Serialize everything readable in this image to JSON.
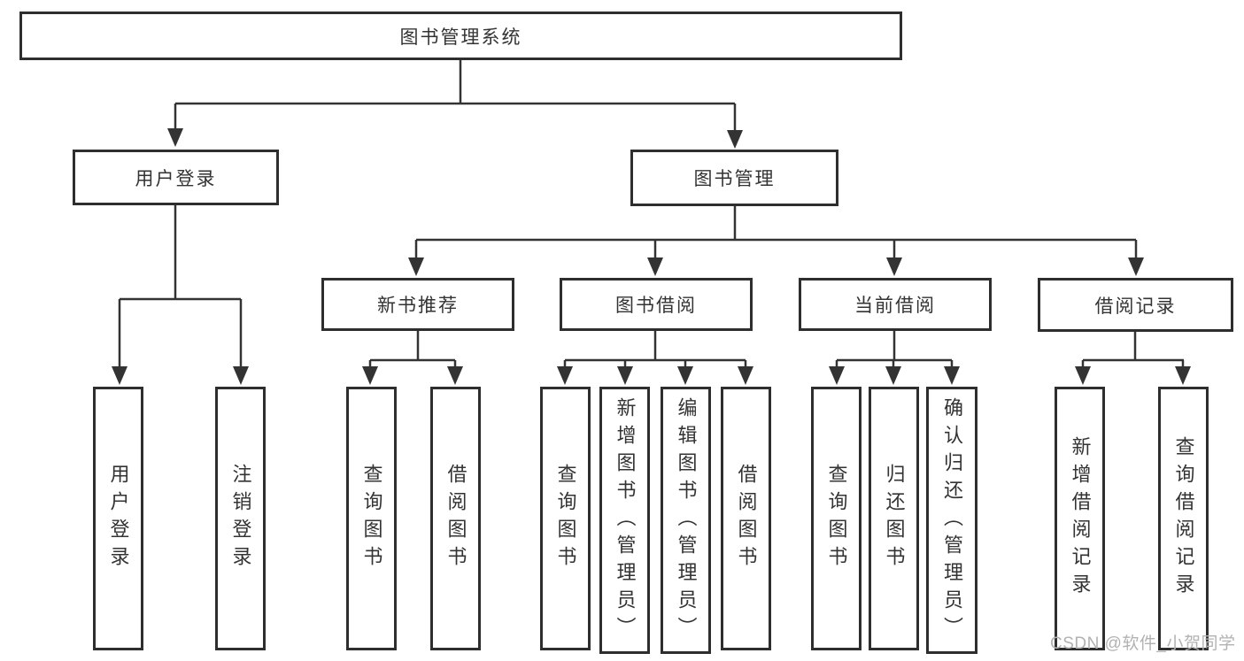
{
  "diagram": {
    "root": {
      "label": "图书管理系统"
    },
    "branches": [
      {
        "label": "用户登录",
        "children": [
          {
            "label": "用户登录"
          },
          {
            "label": "注销登录"
          }
        ]
      },
      {
        "label": "图书管理",
        "children": [
          {
            "label": "新书推荐",
            "children": [
              {
                "label": "查询图书"
              },
              {
                "label": "借阅图书"
              }
            ]
          },
          {
            "label": "图书借阅",
            "children": [
              {
                "label": "查询图书"
              },
              {
                "label": "新增图书（管理员）"
              },
              {
                "label": "编辑图书（管理员）"
              },
              {
                "label": "借阅图书"
              }
            ]
          },
          {
            "label": "当前借阅",
            "children": [
              {
                "label": "查询图书"
              },
              {
                "label": "归还图书"
              },
              {
                "label": "确认归还（管理员）"
              }
            ]
          },
          {
            "label": "借阅记录",
            "children": [
              {
                "label": "新增借阅记录"
              },
              {
                "label": "查询借阅记录"
              }
            ]
          }
        ]
      }
    ]
  },
  "watermark": {
    "text": "CSDN @软件_小贺同学"
  },
  "colors": {
    "line": "#333333",
    "border": "#2e2e2e",
    "text": "#333333",
    "box_background": "#ffffff",
    "watermark": "#b2b2b2"
  }
}
